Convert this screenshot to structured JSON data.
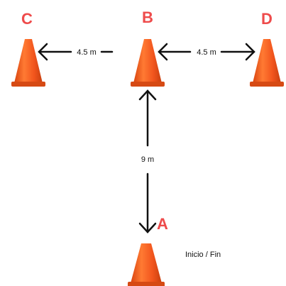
{
  "colors": {
    "cone": "#f2551d",
    "cone_shadow": "#c73f0f",
    "cone_highlight": "#ff8a4a",
    "label": "#ee4b4b",
    "arrow": "#111111"
  },
  "cones": {
    "a": {
      "label": "A"
    },
    "b": {
      "label": "B"
    },
    "c": {
      "label": "C"
    },
    "d": {
      "label": "D"
    }
  },
  "distances": {
    "b_to_c": "4.5 m",
    "b_to_d": "4.5 m",
    "a_to_b": "9 m"
  },
  "start_finish": "Inicio / Fin"
}
